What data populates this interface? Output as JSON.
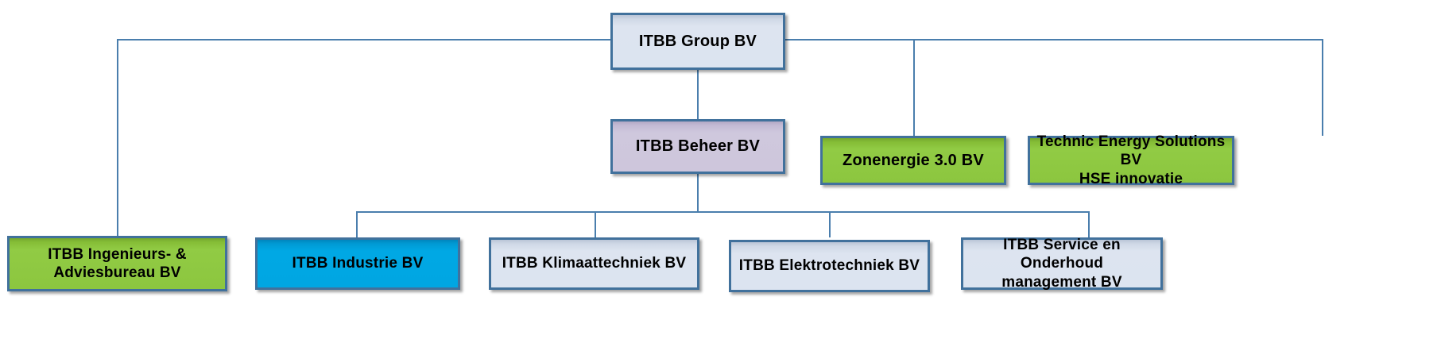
{
  "diagram": {
    "title": "ITBB Group BV organisatiestructuur",
    "type": "organization-chart",
    "colors": {
      "border": "#41719c",
      "connector": "#4a7ead",
      "fill_bluegrey": "#dce4f0",
      "fill_lavender": "#cec6dc",
      "fill_green": "#8cc63f",
      "fill_cyan": "#00a6e2",
      "text": "#000000",
      "background": "#ffffff"
    },
    "nodes": {
      "group": {
        "label": "ITBB Group BV",
        "fill": "bluegrey",
        "level": 1
      },
      "beheer": {
        "label": "ITBB Beheer BV",
        "fill": "lavender",
        "level": 2
      },
      "zonenergie": {
        "label": "Zonenergie 3.0 BV",
        "fill": "green",
        "level": 2
      },
      "technic": {
        "label_line1": "Technic Energy Solutions BV",
        "label_line2": "HSE innovatie",
        "fill": "green",
        "level": 2
      },
      "ingenieurs": {
        "label_line1": "ITBB Ingenieurs- &",
        "label_line2": "Adviesbureau BV",
        "fill": "green",
        "level": 3
      },
      "industrie": {
        "label": "ITBB Industrie BV",
        "fill": "cyan",
        "level": 3
      },
      "klimaat": {
        "label": "ITBB Klimaattechniek BV",
        "fill": "bluegrey",
        "level": 3
      },
      "elektro": {
        "label": "ITBB Elektrotechniek BV",
        "fill": "bluegrey",
        "level": 3
      },
      "service": {
        "label_line1": "ITBB Service  en Onderhoud",
        "label_line2": "management BV",
        "fill": "bluegrey",
        "level": 3
      }
    },
    "edges": [
      {
        "from": "group",
        "to": "beheer"
      },
      {
        "from": "group",
        "to": "zonenergie"
      },
      {
        "from": "group",
        "to": "technic"
      },
      {
        "from": "group",
        "to": "ingenieurs"
      },
      {
        "from": "beheer",
        "to": "industrie"
      },
      {
        "from": "beheer",
        "to": "klimaat"
      },
      {
        "from": "beheer",
        "to": "elektro"
      },
      {
        "from": "beheer",
        "to": "service"
      }
    ]
  }
}
